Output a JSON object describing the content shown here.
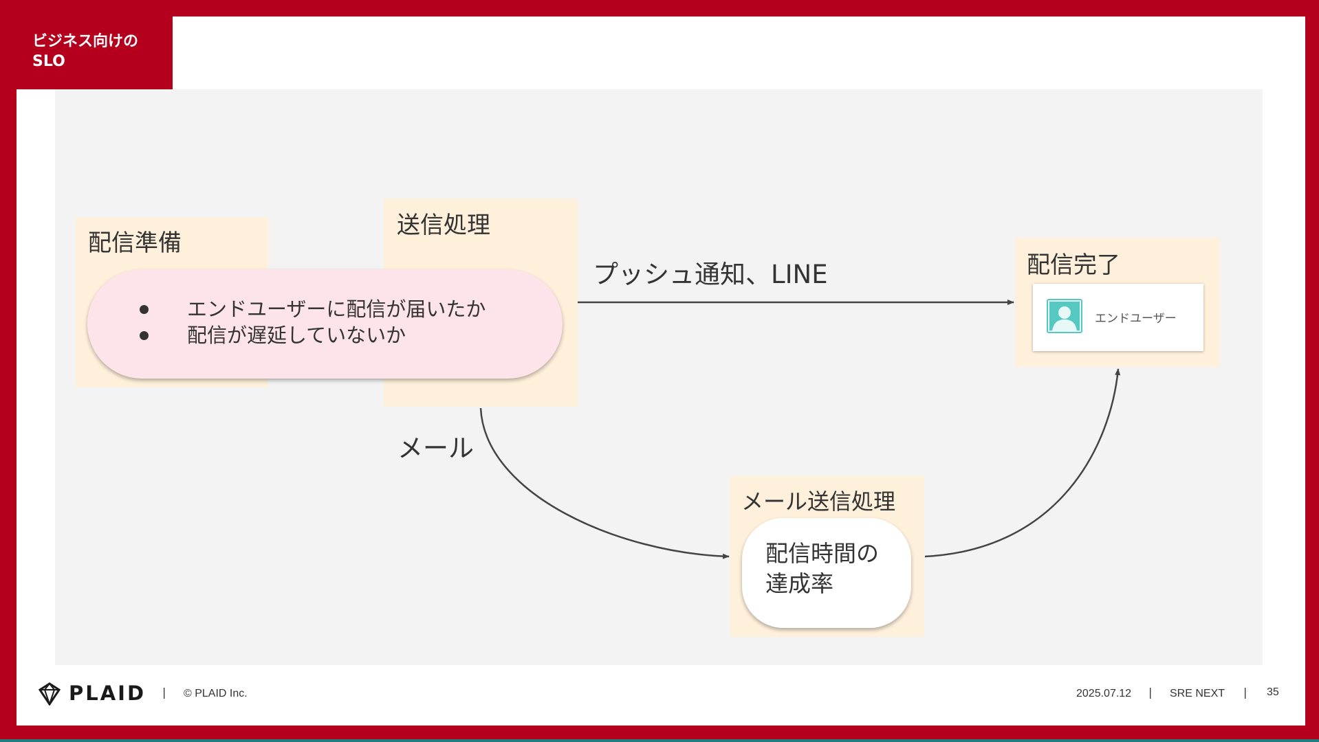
{
  "header": {
    "tag_line1": "ビジネス向けの",
    "tag_line2": "SLO"
  },
  "diagram": {
    "prep": {
      "title": "配信準備",
      "bullets": [
        "エンドユーザーに配信が届いたか",
        "配信が遅延していないか"
      ]
    },
    "send": {
      "title": "送信処理"
    },
    "push_label": "プッシュ通知、LINE",
    "done": {
      "title": "配信完了",
      "card_label": "エンドユーザー",
      "card_icon": "user-icon"
    },
    "mail_label": "メール",
    "mail_send": {
      "title": "メール送信処理",
      "metric_line1": "配信時間の",
      "metric_line2": "達成率"
    },
    "colors": {
      "zone": "#fff0db",
      "pill": "#fde4ea",
      "avatar": "#55c8c2",
      "brand": "#b5001d"
    }
  },
  "footer": {
    "brand": "PLAID",
    "copyright": "© PLAID Inc.",
    "date": "2025.07.12",
    "event": "SRE NEXT",
    "page": "35",
    "separator": "|"
  }
}
